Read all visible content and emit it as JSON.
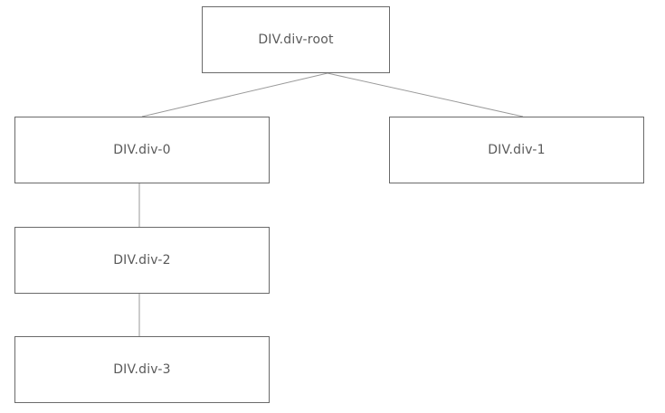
{
  "nodes": {
    "root": {
      "label": "DIV.div-root"
    },
    "div0": {
      "label": "DIV.div-0"
    },
    "div1": {
      "label": "DIV.div-1"
    },
    "div2": {
      "label": "DIV.div-2"
    },
    "div3": {
      "label": "DIV.div-3"
    }
  },
  "edges": [
    {
      "from": "root",
      "to": "div0"
    },
    {
      "from": "root",
      "to": "div1"
    },
    {
      "from": "div0",
      "to": "div2"
    },
    {
      "from": "div2",
      "to": "div3"
    }
  ],
  "colors": {
    "edge": "#9a9a9a",
    "node_border": "#6a6a6a",
    "label": "#5a5a5a"
  }
}
